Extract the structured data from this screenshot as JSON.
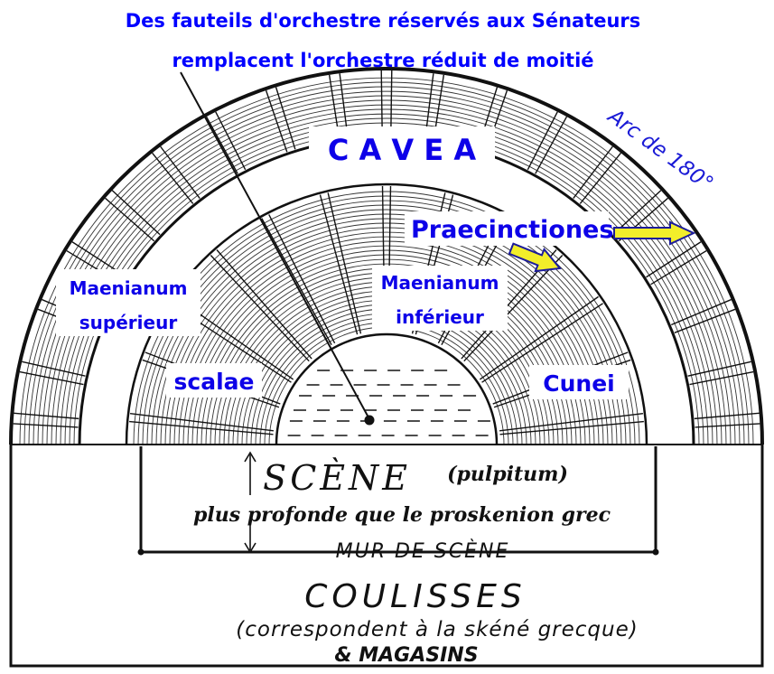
{
  "caption": {
    "line1": "Des fauteils d'orchestre réservés aux Sénateurs",
    "line2": "remplacent l'orchestre réduit de moitié"
  },
  "arc_label": "Arc de 180°",
  "labels": {
    "cavea": "C A V E A",
    "praecinctiones": "Praecinctiones",
    "maenianum_superieur_1": "Maenianum",
    "maenianum_superieur_2": "supérieur",
    "maenianum_inferieur_1": "Maenianum",
    "maenianum_inferieur_2": "inférieur",
    "scalae": "scalae",
    "cunei": "Cunei",
    "scene": "SCÈNE",
    "pulpitum": "(pulpitum)",
    "scene_note": "plus profonde que le proskenion grec",
    "mur_de_scene": "MUR DE SCÈNE",
    "coulisses": "COULISSES",
    "coulisses_note": "(correspondent à la skéné grecque)",
    "magasins": "& MAGASINS"
  },
  "colors": {
    "caption_blue": "#0000ff",
    "arc_blue": "#1a1ad6",
    "label_blue": "#0d00e8",
    "ink": "#111111",
    "arrow_yellow": "#f2ee2a",
    "arrow_outline": "#1c1c9a",
    "paper": "#ffffff"
  },
  "icons": {
    "pointer": "pointer-line",
    "praecinctiones_arrows": "block-arrow-right",
    "depth_arrows": "double-headed-arrow"
  }
}
